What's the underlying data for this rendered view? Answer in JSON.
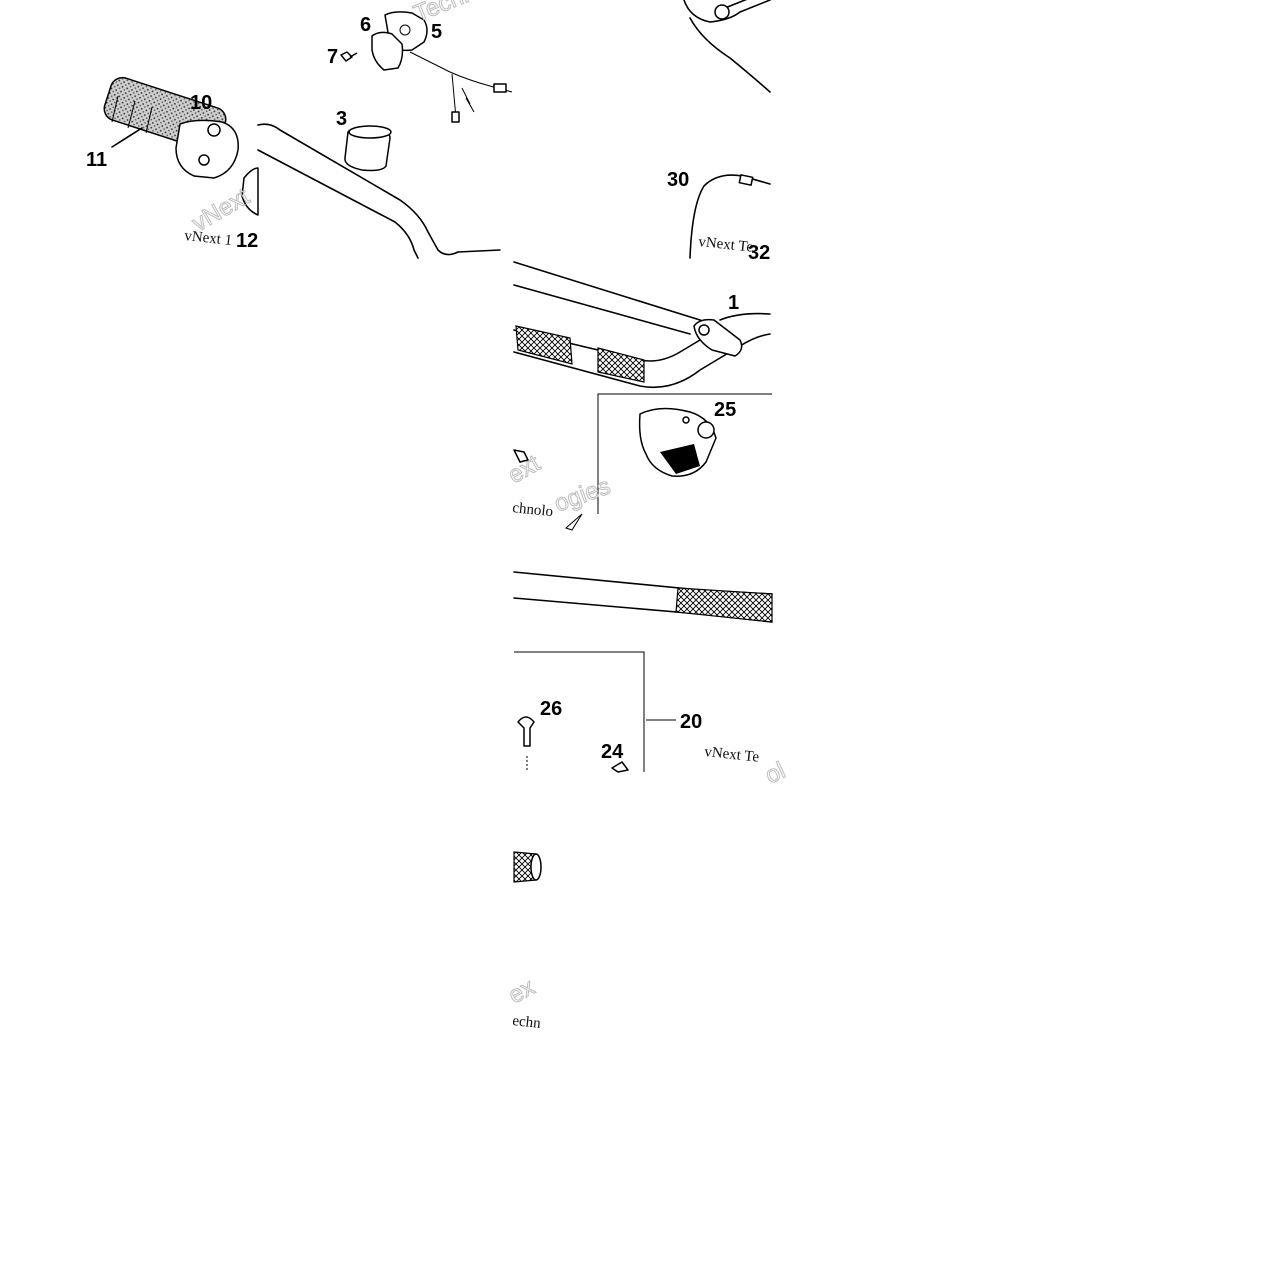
{
  "diagram": {
    "callouts": {
      "c1": "1",
      "c3": "3",
      "c5": "5",
      "c6": "6",
      "c7": "7",
      "c10": "10",
      "c11": "11",
      "c12": "12",
      "c20": "20",
      "c24": "24",
      "c25": "25",
      "c26": "26",
      "c30": "30",
      "c32": "32"
    },
    "watermarks": {
      "w1": "vNext",
      "w1b": "vNext 1",
      "w2": "vNext Te",
      "w3": "vNext Te",
      "w4": "Techno",
      "w5": "chnolo",
      "w6": "echn",
      "w7": "ext",
      "w8": "ogies",
      "w9": "ex",
      "w10": "ol"
    }
  }
}
